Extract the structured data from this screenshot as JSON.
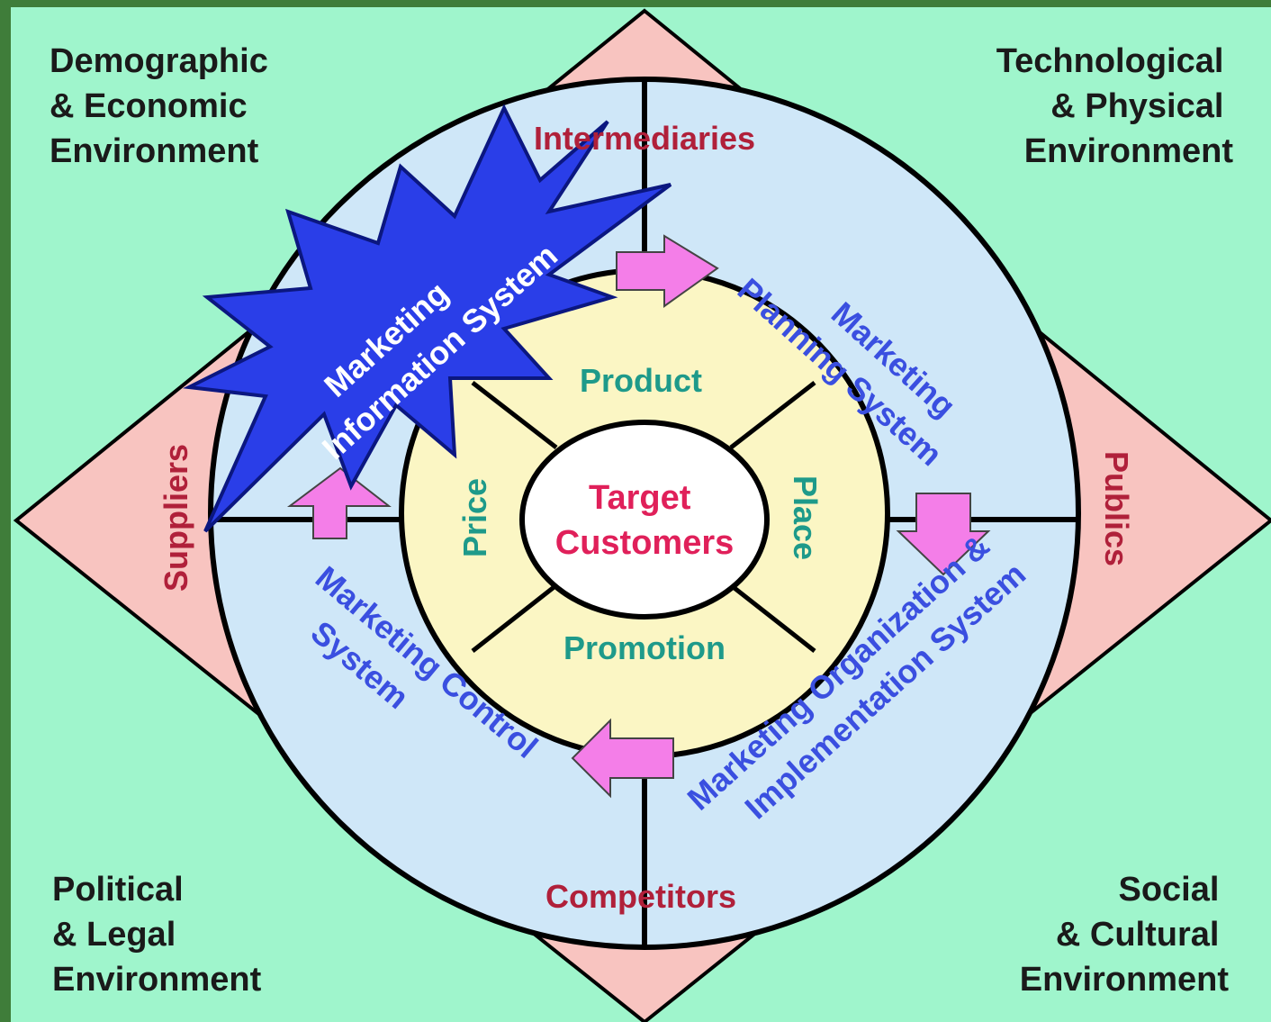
{
  "environments": {
    "top_left": [
      "Demographic",
      "& Economic",
      "Environment"
    ],
    "top_right": [
      "Technological",
      "& Physical",
      "Environment"
    ],
    "bottom_left": [
      "Political",
      "& Legal",
      "Environment"
    ],
    "bottom_right": [
      "Social",
      "& Cultural",
      "Environment"
    ]
  },
  "actors": {
    "top": "Intermediaries",
    "right": "Publics",
    "bottom": "Competitors",
    "left": "Suppliers"
  },
  "marketing_mix": {
    "top": "Product",
    "right": "Place",
    "bottom": "Promotion",
    "left": "Price"
  },
  "center": [
    "Target",
    "Customers"
  ],
  "systems": {
    "information": [
      "Marketing",
      "Information System"
    ],
    "planning": [
      "Marketing",
      "Planning System"
    ],
    "organization": [
      "Marketing Organization &",
      "Implementation System"
    ],
    "control": [
      "Marketing Control",
      "System"
    ]
  },
  "colors": {
    "background": "#9ff5cc",
    "diamond": "#f8c4c0",
    "outer_ring": "#cfe7f8",
    "inner_ring": "#fbf6c4",
    "center": "#ffffff",
    "arrow": "#f47ee8",
    "star": "#2a3ee8"
  }
}
